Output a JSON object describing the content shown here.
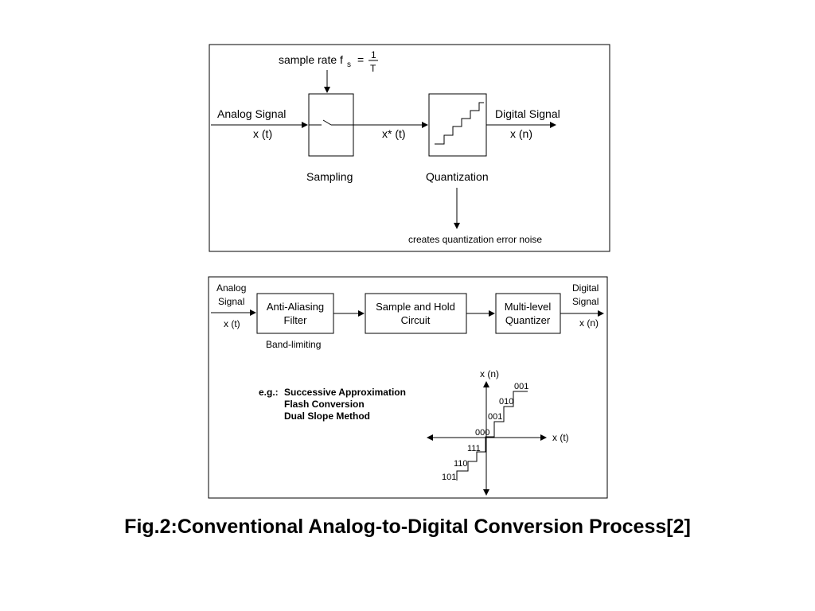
{
  "panel_top": {
    "sample_rate_label": "sample rate f",
    "sample_rate_sub": "s",
    "sample_rate_eq": "=",
    "frac_num": "1",
    "frac_den": "T",
    "input_label": "Analog Signal",
    "input_var": "x (t)",
    "sampled_var": "x* (t)",
    "output_label": "Digital Signal",
    "output_var": "x (n)",
    "sampling_label": "Sampling",
    "quantization_label": "Quantization",
    "noise_note": "creates quantization error noise"
  },
  "panel_bottom": {
    "input_label_1": "Analog",
    "input_label_2": "Signal",
    "input_var": "x (t)",
    "output_label_1": "Digital",
    "output_label_2": "Signal",
    "output_var": "x (n)",
    "block_filter_1": "Anti-Aliasing",
    "block_filter_2": "Filter",
    "filter_note": "Band-limiting",
    "block_sh_1": "Sample and Hold",
    "block_sh_2": "Circuit",
    "block_q_1": "Multi-level",
    "block_q_2": "Quantizer",
    "eg_prefix": "e.g.:",
    "eg_items": [
      "Successive Approximation",
      "Flash Conversion",
      "Dual Slope Method"
    ],
    "plot_y_label": "x (n)",
    "plot_x_label": "x (t)",
    "codes": [
      "001",
      "010",
      "001",
      "000",
      "111",
      "110",
      "101"
    ]
  },
  "caption": "Fig.2:Conventional Analog-to-Digital Conversion Process[2]"
}
